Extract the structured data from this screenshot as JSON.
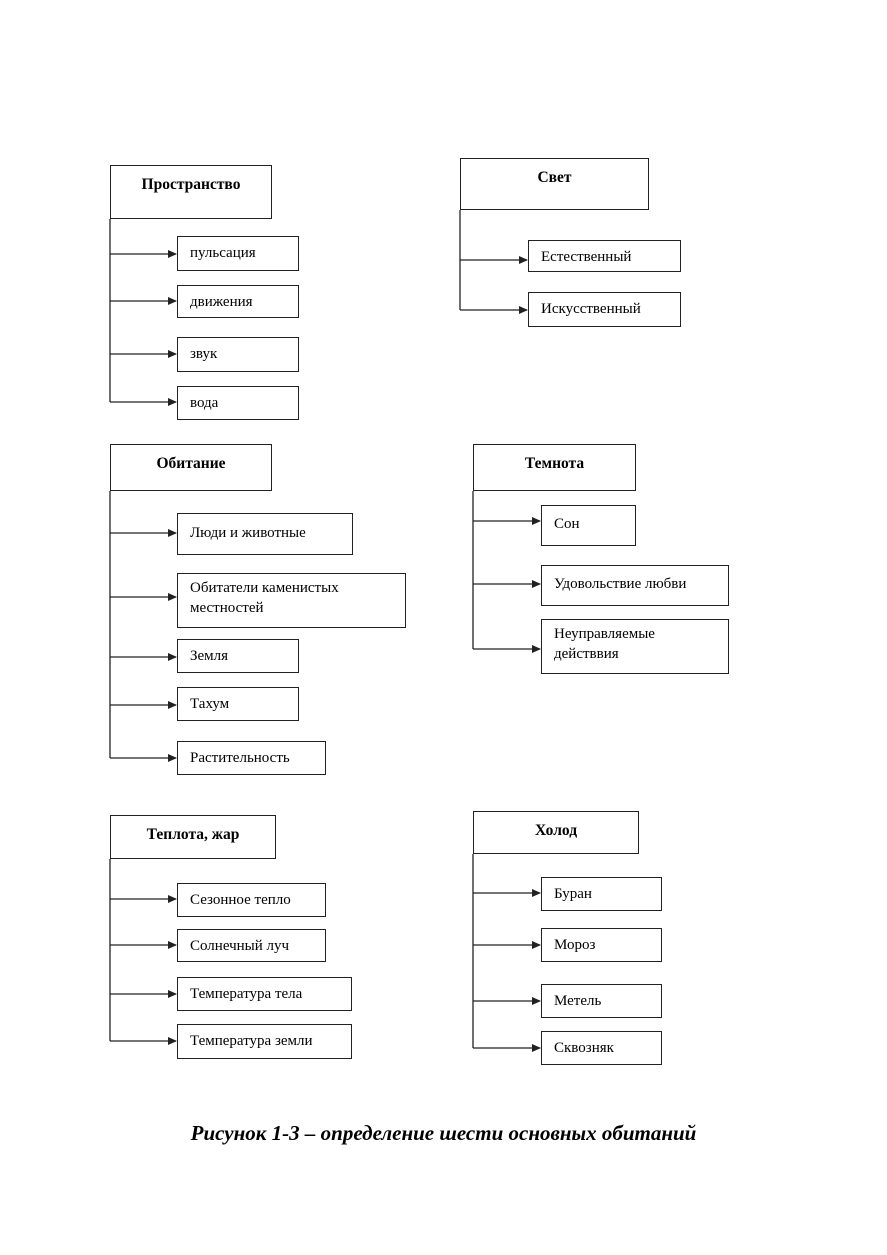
{
  "groups": [
    {
      "title": "Пространство",
      "items": [
        "пульсация",
        "движения",
        "звук",
        "вода"
      ]
    },
    {
      "title": "Свет",
      "items": [
        "Естественный",
        "Искусственный"
      ]
    },
    {
      "title": "Обитание",
      "items": [
        "Люди и животные",
        "Обитатели каменистых\nместностей",
        "Земля",
        "Тахум",
        "Растительность"
      ]
    },
    {
      "title": "Темнота",
      "items": [
        "Сон",
        "Удовольствие любви",
        "Неуправляемые\nдействвия"
      ]
    },
    {
      "title": "Теплота, жар",
      "items": [
        "Сезонное тепло",
        "Солнечный луч",
        "Температура тела",
        "Температура земли"
      ]
    },
    {
      "title": "Холод",
      "items": [
        "Буран",
        "Мороз",
        "Метель",
        "Сквозняк"
      ]
    }
  ],
  "caption": "Рисунок 1-3 – определение шести основных обитаний",
  "colors": {
    "line": "#222222",
    "background": "#ffffff",
    "text": "#000000"
  }
}
